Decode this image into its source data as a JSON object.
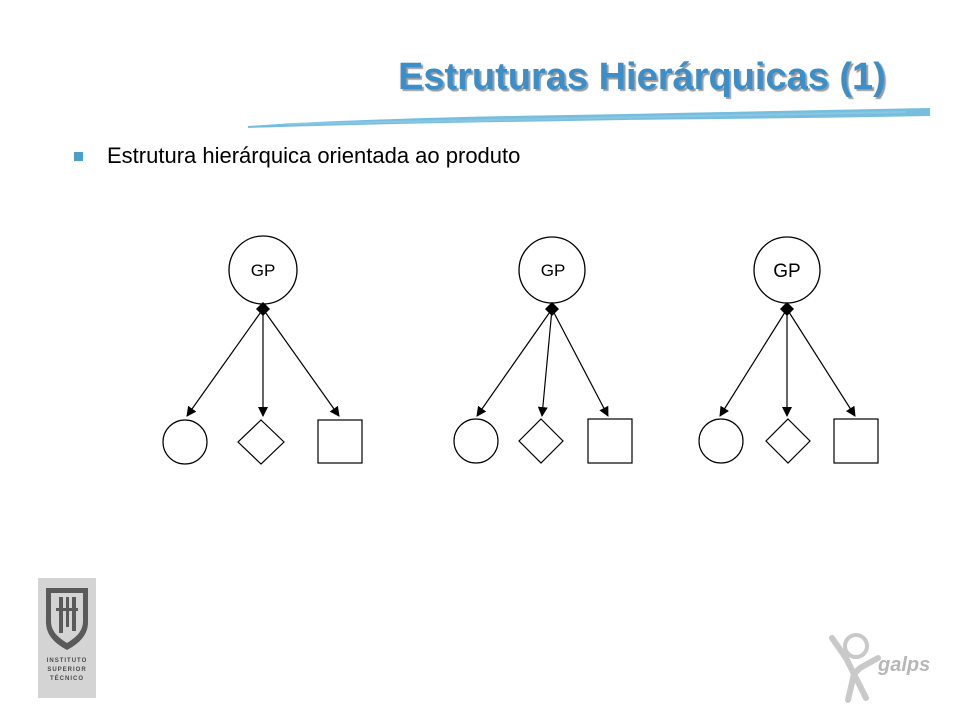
{
  "slide": {
    "title": "Estruturas Hierárquicas (1)",
    "bullet": "Estrutura hierárquica orientada ao produto"
  },
  "diagram": {
    "trees": [
      {
        "root_label": "GP",
        "children": [
          "circle",
          "diamond",
          "square"
        ]
      },
      {
        "root_label": "GP",
        "children": [
          "circle",
          "diamond",
          "square"
        ]
      },
      {
        "root_label": "GP",
        "children": [
          "circle",
          "diamond",
          "square"
        ]
      }
    ]
  },
  "logos": {
    "ist_lines": [
      "INSTITUTO",
      "SUPERIOR",
      "TÉCNICO"
    ],
    "galps": "galps"
  },
  "colors": {
    "title": "#3a8ec9",
    "accent": "#4aa0cc",
    "logo_gray": "#d4d4d4"
  }
}
